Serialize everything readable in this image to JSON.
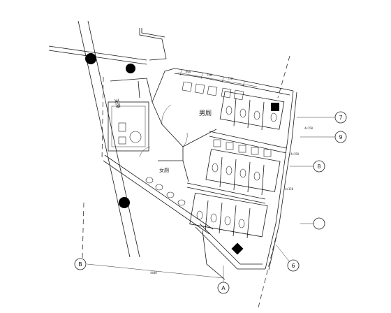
{
  "rooms": {
    "mens_toilet": "男厕",
    "womens_toilet": "女厕",
    "room_left": "无障"
  },
  "axes": {
    "axis_7": "7",
    "axis_8": "8",
    "axis_6": "6",
    "axis_A": "A",
    "axis_B": "B",
    "axis_9": "9"
  },
  "dimensions": {
    "bottom_total": "4400",
    "right_1": "4x150",
    "right_2": "4x150",
    "right_3": "4x150",
    "top_1": "800",
    "top_2": "750",
    "top_3": "750"
  }
}
